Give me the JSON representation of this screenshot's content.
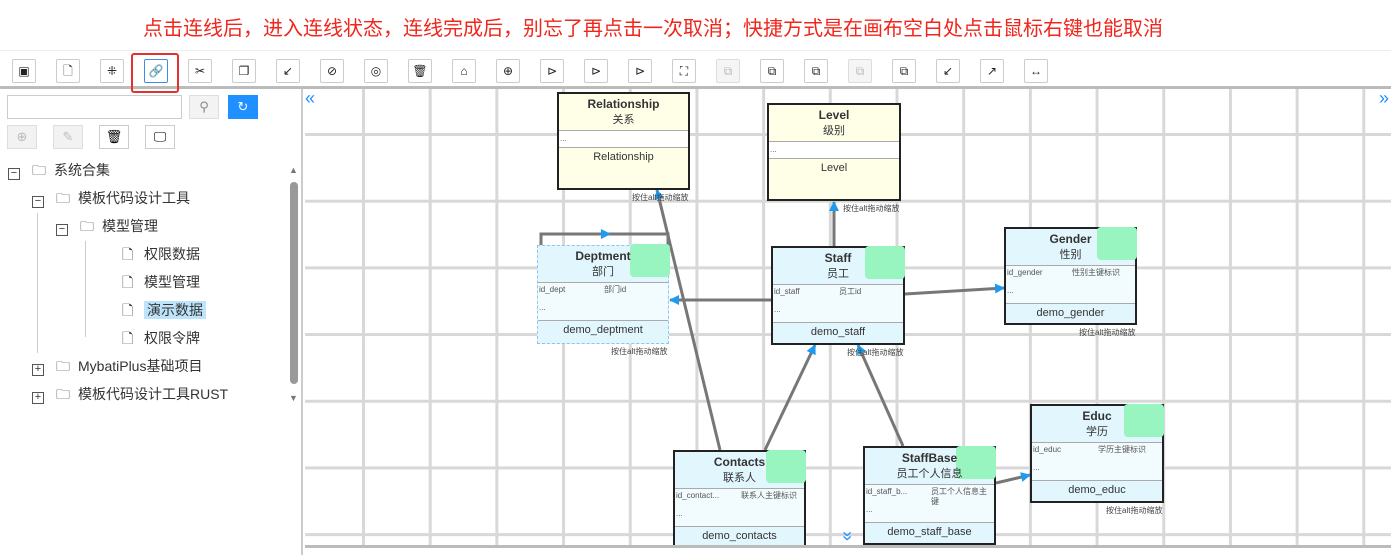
{
  "notice": "点击连线后，进入连线状态，连线完成后，别忘了再点击一次取消；快捷方式是在画布空白处点击鼠标右键也能取消",
  "toolbar": [
    {
      "icon": "save-icon",
      "g": "▣"
    },
    {
      "icon": "new-file-icon",
      "g": "🗋"
    },
    {
      "icon": "grid-icon",
      "g": "⁜"
    },
    {
      "icon": "link-icon",
      "g": "🔗",
      "state": "selected"
    },
    {
      "icon": "scissors-icon",
      "g": "✂"
    },
    {
      "icon": "copy-icon",
      "g": "❐"
    },
    {
      "icon": "import-icon",
      "g": "↙"
    },
    {
      "icon": "hide-icon",
      "g": "⊘"
    },
    {
      "icon": "eye-icon",
      "g": "◎"
    },
    {
      "icon": "trash-icon",
      "g": "🗑"
    },
    {
      "icon": "brush-icon",
      "g": "⌂"
    },
    {
      "icon": "target-icon",
      "g": "⊕"
    },
    {
      "icon": "terminal-icon",
      "g": "⊳"
    },
    {
      "icon": "terminal-icon",
      "g": "⊳"
    },
    {
      "icon": "terminal-icon",
      "g": "⊳"
    },
    {
      "icon": "fullscreen-icon",
      "g": "⛶"
    },
    {
      "icon": "layer-icon",
      "g": "⧉",
      "state": "disabled"
    },
    {
      "icon": "layer-icon",
      "g": "⧉"
    },
    {
      "icon": "layer-icon",
      "g": "⧉"
    },
    {
      "icon": "layer-icon",
      "g": "⧉",
      "state": "disabled"
    },
    {
      "icon": "layer-icon",
      "g": "⧉"
    },
    {
      "icon": "export-in-icon",
      "g": "↙"
    },
    {
      "icon": "export-out-icon",
      "g": "↗"
    },
    {
      "icon": "width-icon",
      "g": "↔"
    }
  ],
  "sidebar": {
    "search_placeholder": "",
    "buttons": [
      {
        "icon": "add-icon",
        "g": "⊕",
        "disabled": true
      },
      {
        "icon": "edit-icon",
        "g": "✎",
        "disabled": true
      },
      {
        "icon": "trash-icon",
        "g": "🗑"
      },
      {
        "icon": "monitor-icon",
        "g": "🖵"
      }
    ],
    "tree": [
      {
        "label": "系统合集",
        "level": 0,
        "type": "folder-open",
        "toggle": "−"
      },
      {
        "label": "模板代码设计工具",
        "level": 1,
        "type": "folder-open",
        "toggle": "−"
      },
      {
        "label": "模型管理",
        "level": 2,
        "type": "folder-open",
        "toggle": "−"
      },
      {
        "label": "权限数据",
        "level": 3,
        "type": "file"
      },
      {
        "label": "模型管理",
        "level": 3,
        "type": "file"
      },
      {
        "label": "演示数据",
        "level": 3,
        "type": "file",
        "selected": true
      },
      {
        "label": "权限令牌",
        "level": 3,
        "type": "file"
      },
      {
        "label": "MybatiPlus基础项目",
        "level": 1,
        "type": "folder",
        "toggle": "+"
      },
      {
        "label": "模板代码设计工具RUST",
        "level": 1,
        "type": "folder",
        "toggle": "+"
      }
    ]
  },
  "canvas": {
    "hint": "按住alt拖动缩放",
    "entities": [
      {
        "id": "relationship",
        "title": "Relationship",
        "cn": "关系",
        "table": "Relationship",
        "style": "yellow"
      },
      {
        "id": "level",
        "title": "Level",
        "cn": "级别",
        "table": "Level",
        "style": "yellow"
      },
      {
        "id": "deptment",
        "title": "Deptment",
        "cn": "部门",
        "field": "id_dept",
        "field_cn": "部门id",
        "table": "demo_deptment",
        "style": "selected"
      },
      {
        "id": "staff",
        "title": "Staff",
        "cn": "员工",
        "field": "id_staff",
        "field_cn": "员工id",
        "table": "demo_staff"
      },
      {
        "id": "gender",
        "title": "Gender",
        "cn": "性别",
        "field": "id_gender",
        "field_cn": "性别主键标识",
        "table": "demo_gender"
      },
      {
        "id": "educ",
        "title": "Educ",
        "cn": "学历",
        "field": "id_educ",
        "field_cn": "学历主键标识",
        "table": "demo_educ"
      },
      {
        "id": "contacts",
        "title": "Contacts",
        "cn": "联系人",
        "field": "id_contact...",
        "field_cn": "联系人主键标识",
        "table": "demo_contacts"
      },
      {
        "id": "staffbase",
        "title": "StaffBase",
        "cn": "员工个人信息",
        "field": "id_staff_b...",
        "field_cn": "员工个人信息主键",
        "table": "demo_staff_base"
      }
    ],
    "more": "...",
    "links": [
      [
        "contacts",
        "relationship"
      ],
      [
        "staff",
        "deptment"
      ],
      [
        "staff",
        "level"
      ],
      [
        "staff",
        "gender"
      ],
      [
        "contacts",
        "staff"
      ],
      [
        "staffbase",
        "staff"
      ],
      [
        "staffbase",
        "educ"
      ],
      [
        "deptment",
        "deptment"
      ]
    ]
  }
}
